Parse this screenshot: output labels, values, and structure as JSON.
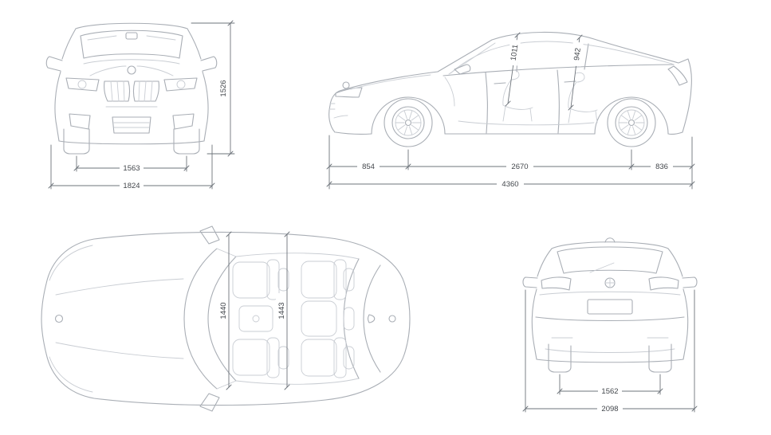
{
  "colors": {
    "background": "#ffffff",
    "car_line": "#a9aeb5",
    "car_line_light": "#c9cdd3",
    "dim_line": "#6e747b",
    "dim_text": "#43474c"
  },
  "views": {
    "front": {
      "dimensions": {
        "overall_height": "1526",
        "track_width": "1563",
        "overall_width": "1824"
      }
    },
    "side": {
      "dimensions": {
        "front_interior_height": "1011",
        "rear_interior_height": "942",
        "front_overhang": "854",
        "wheelbase": "2670",
        "rear_overhang": "836",
        "overall_length": "4360"
      }
    },
    "top": {
      "dimensions": {
        "front_interior_width": "1440",
        "rear_interior_width": "1443"
      }
    },
    "rear": {
      "dimensions": {
        "track_width": "1562",
        "width_incl_mirrors": "2098"
      }
    }
  }
}
